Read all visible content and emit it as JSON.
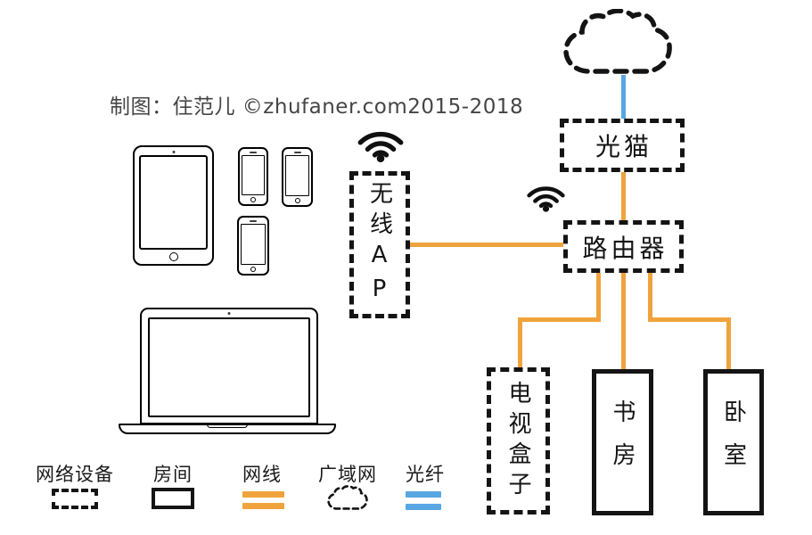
{
  "credit": "制图：住范儿 ©zhufaner.com2015-2018",
  "colors": {
    "cable_orange": "#F0A33C",
    "fiber_blue": "#58A7E3",
    "outline_black": "#141414",
    "device_gray": "#3d3d3d"
  },
  "nodes": {
    "modem": {
      "label": "光猫"
    },
    "router": {
      "label": "路由器"
    },
    "wireless_ap": {
      "label": "无线AP"
    },
    "tv_box": {
      "label": "电视盒子"
    },
    "study": {
      "label": "书房"
    },
    "bedroom": {
      "label": "卧室"
    }
  },
  "legend": {
    "network_device": {
      "label": "网络设备"
    },
    "room": {
      "label": "房间"
    },
    "cable": {
      "label": "网线"
    },
    "wan": {
      "label": "广域网"
    },
    "fiber": {
      "label": "光纤"
    }
  }
}
